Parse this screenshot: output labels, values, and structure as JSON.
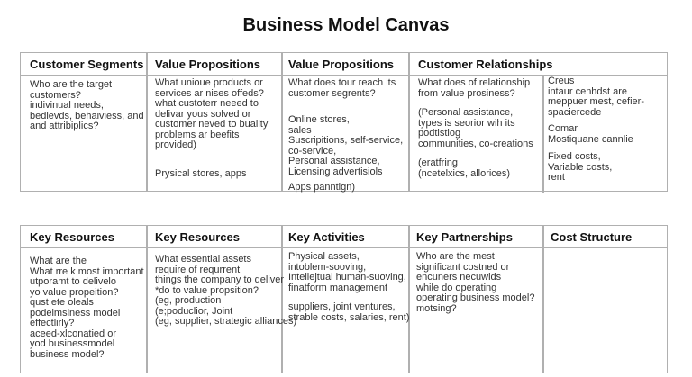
{
  "title": "Business Model Canvas",
  "top": {
    "headers": [
      "Customer Segments",
      "Value Propositions",
      "Value Propositions",
      "Customer Relationships"
    ],
    "cells": [
      [
        [
          "Who are the target",
          "customers?",
          "indivinual needs,",
          "bedlevds, behaiviess, and",
          "and attribiplics?"
        ]
      ],
      [
        [
          "What unioue products or",
          "services ar nises offeds?",
          "what custoterr neeed to",
          "delivar yous solved or",
          "customer neved to buality",
          "problems ar beefits",
          "provided)"
        ],
        [
          "Prysical stores, apps"
        ]
      ],
      [
        [
          "What does tour reach its",
          "customer segrents?"
        ],
        [
          "Online stores,",
          "sales",
          "Suscripitions, self-service,",
          "co-service,",
          "Personal assistance,",
          "Licensing advertisiols"
        ],
        [
          "Apps panntign)"
        ]
      ],
      [
        [
          "What does of relationship",
          "from value prosiness?"
        ],
        [
          "(Personal assistance,",
          "types is seorior wih its",
          "podtistiog",
          "communities, co-creations"
        ],
        [
          "(eratfring",
          "(ncetelxics, allorices)"
        ]
      ],
      [
        [
          "Creus",
          "intaur cenhdst are",
          "meppuer mest, cefier-",
          "spaciercede"
        ],
        [
          "Comar",
          "Mostiquane cannlie"
        ],
        [
          "Fixed costs,",
          "Variable costs,",
          "rent"
        ]
      ]
    ]
  },
  "bottom": {
    "headers": [
      "Key Resources",
      "Key Resources",
      "Key Activities",
      "Key Partnerships",
      "Cost Structure"
    ],
    "cells": [
      [
        [
          "What are the",
          "What rre k most important",
          "utporamt to delivelo",
          "yo value propeition?",
          "qust ete oleals",
          "podelmsiness model",
          "effectlirly?",
          "aceed-xlconatied or",
          "yod businessmodel",
          "business model?"
        ]
      ],
      [
        [
          "What essential assets",
          "require of requrrent",
          "things the company to deliver",
          "*do to value propsition?",
          "(eg, production",
          "(e;poduclior, Joint",
          "(eg, supplier, strategic alliances)"
        ]
      ],
      [
        [
          "Physical assets,",
          "intoblem-sooving,",
          "Intellejtual human-suoving,",
          "finatform management"
        ],
        [
          "suppliers, joint ventures,",
          "strable costs, salaries, rent)"
        ]
      ],
      [
        [
          "Who are the mest",
          "significant costned or",
          "encuners necuwids",
          "while do operating",
          "operating business model?",
          "motsing?"
        ]
      ],
      []
    ]
  }
}
